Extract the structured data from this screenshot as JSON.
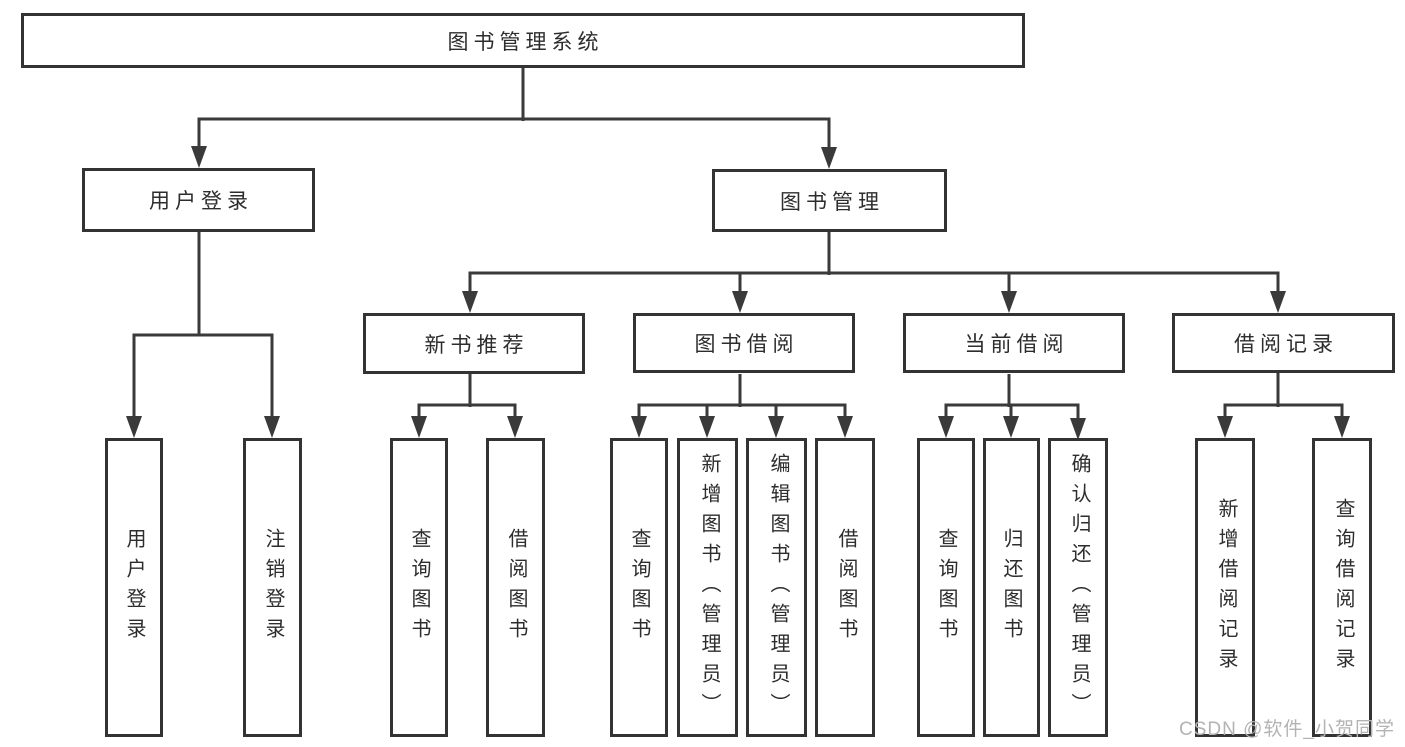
{
  "diagram_title": "图书管理系统",
  "nodes": {
    "root": "图书管理系统",
    "user_login": "用户登录",
    "book_mgmt": "图书管理",
    "sub": [
      "新书推荐",
      "图书借阅",
      "当前借阅",
      "借阅记录"
    ],
    "user_login_leaves": [
      "用户登录",
      "注销登录"
    ],
    "new_book_leaves": [
      "查询图书",
      "借阅图书"
    ],
    "book_borrow_leaves": [
      "查询图书",
      "新增图书（管理员）",
      "编辑图书（管理员）",
      "借阅图书"
    ],
    "current_borrow_leaves": [
      "查询图书",
      "归还图书",
      "确认归还（管理员）"
    ],
    "record_leaves": [
      "新增借阅记录",
      "查询借阅记录"
    ]
  },
  "watermark": {
    "text": "CSDN @软件_小贺同学",
    "color": "#b3b3b3"
  },
  "colors": {
    "border": "#333333",
    "line": "#3a3a3a",
    "text": "#2d2d2d",
    "background": "#ffffff"
  }
}
